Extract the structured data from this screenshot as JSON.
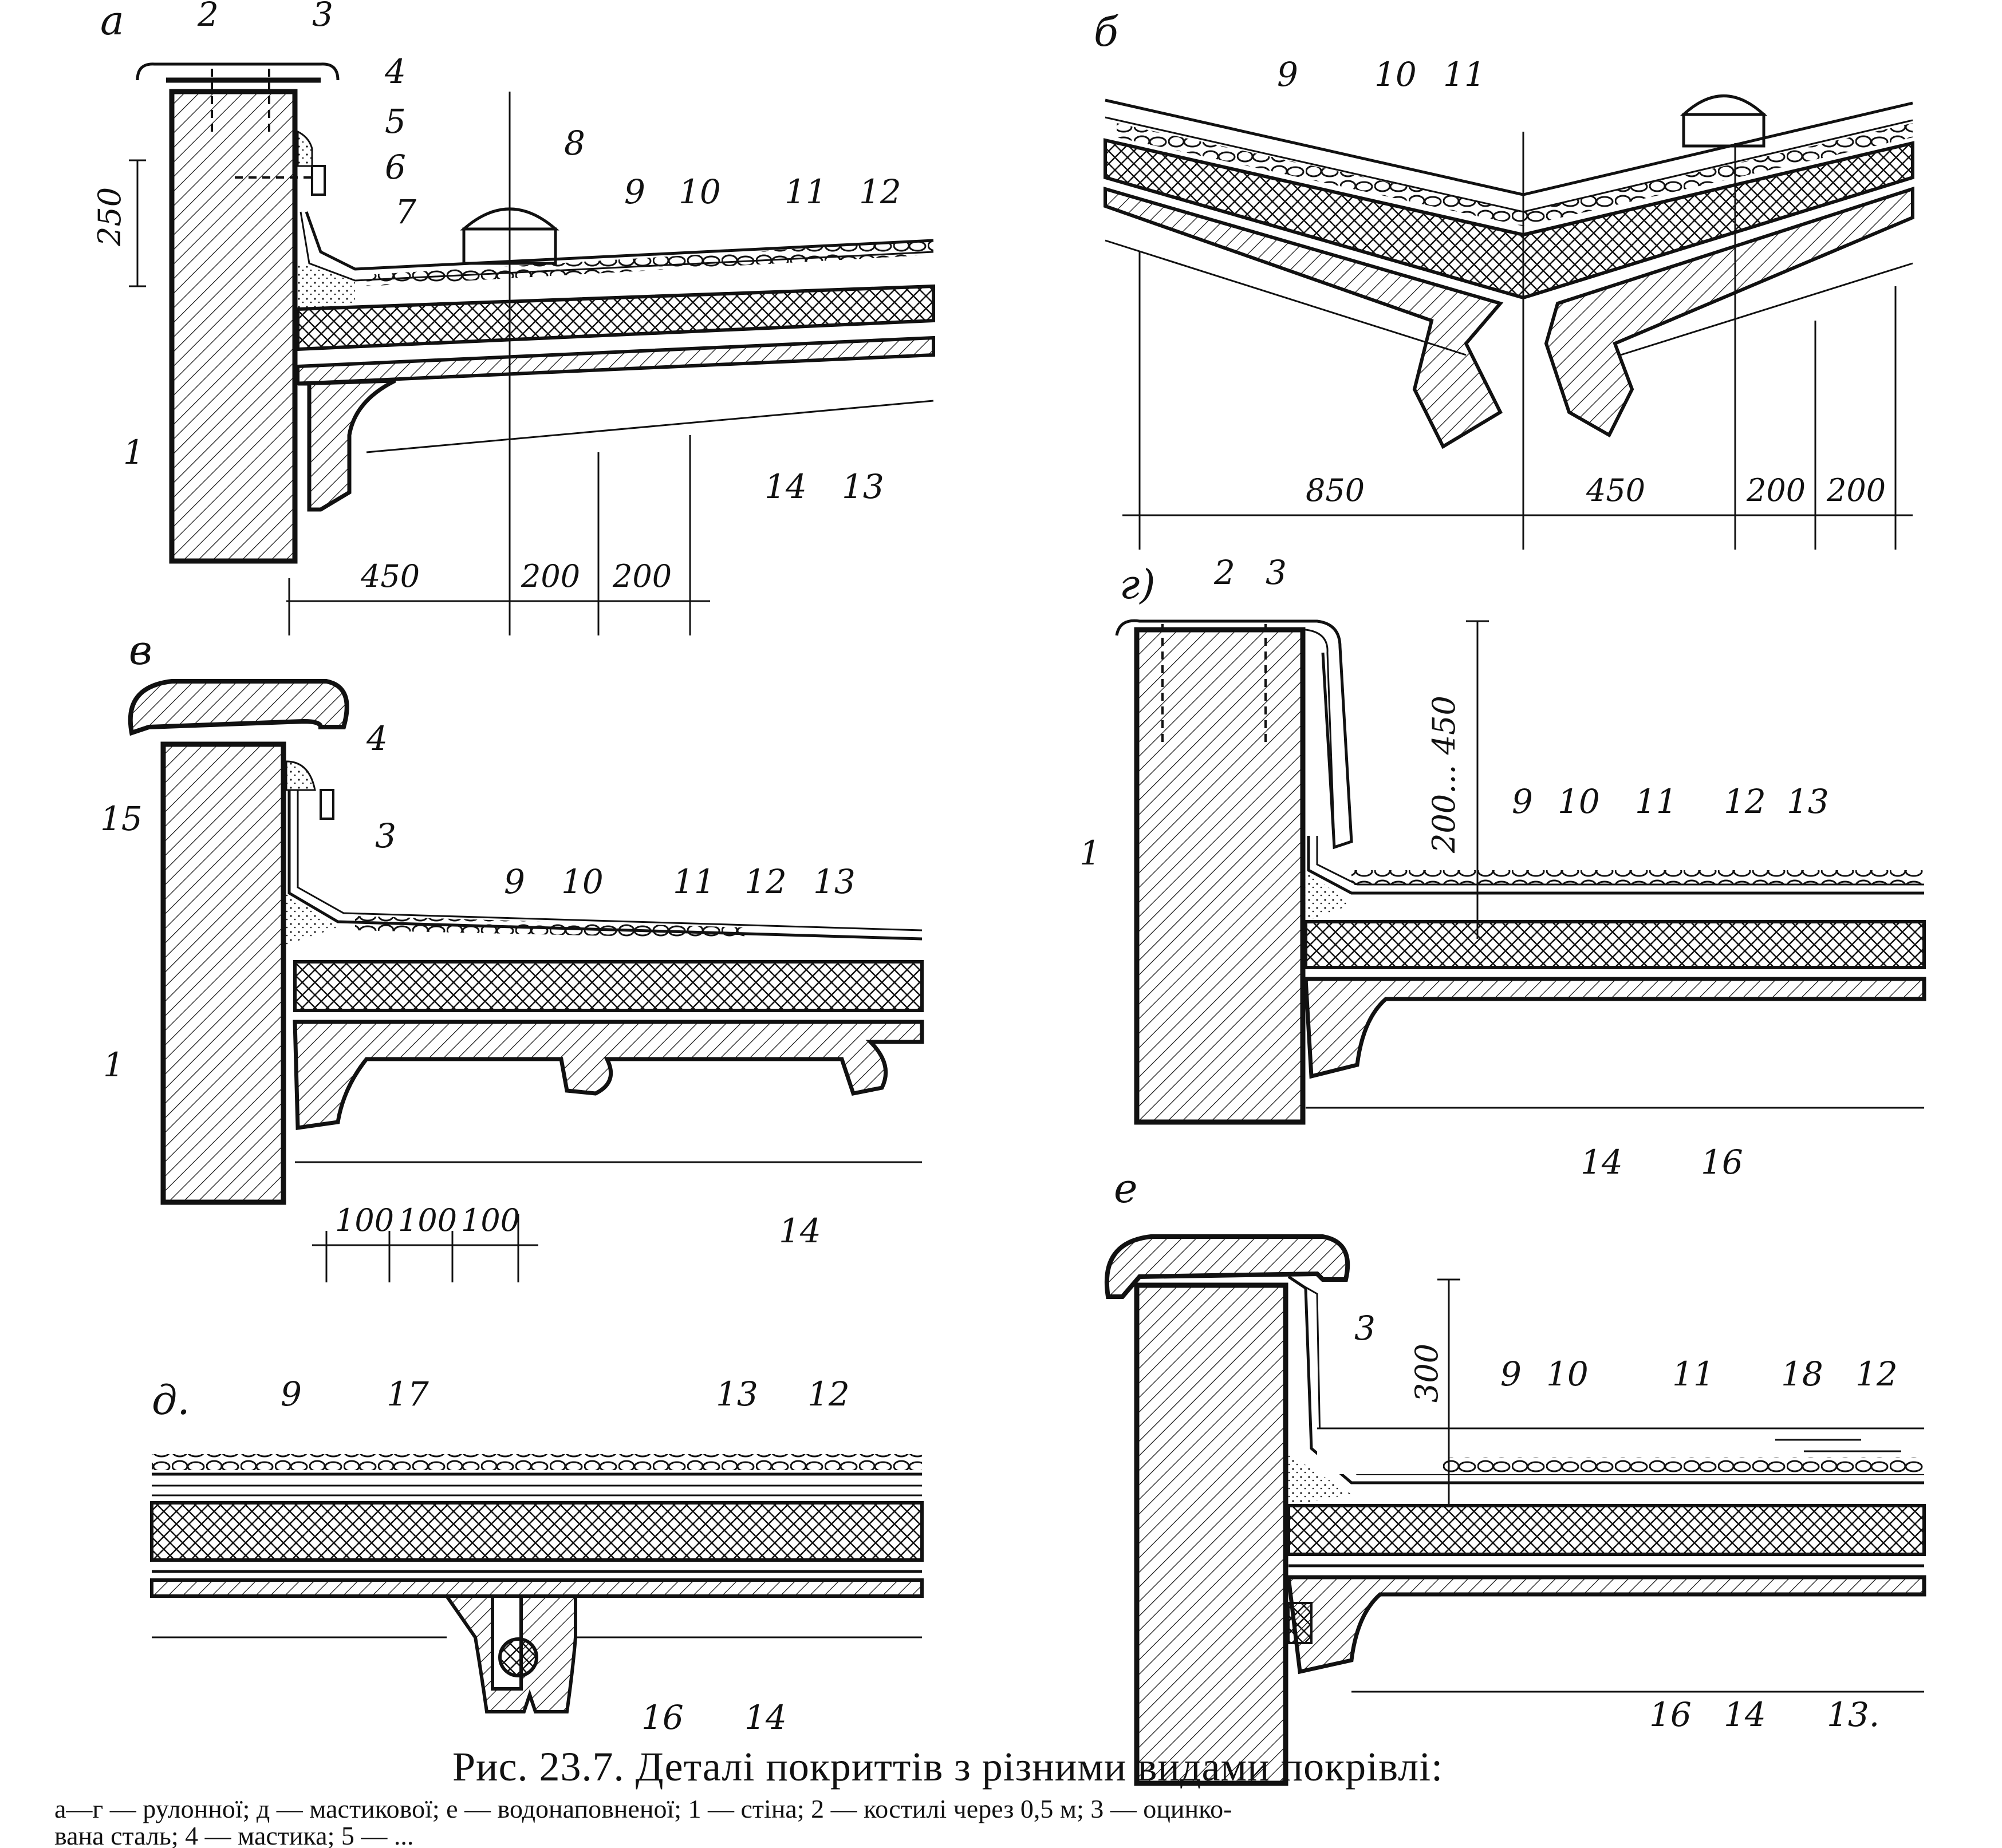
{
  "panels": {
    "a": {
      "letter": "а",
      "labels": [
        "2",
        "3",
        "4",
        "5",
        "6",
        "7",
        "8",
        "9",
        "10",
        "11",
        "12",
        "1",
        "14",
        "13"
      ],
      "dims": [
        "250",
        "450",
        "200",
        "200"
      ]
    },
    "b": {
      "letter": "б",
      "labels": [
        "9",
        "10",
        "11"
      ],
      "dims": [
        "850",
        "450",
        "200",
        "200"
      ]
    },
    "v": {
      "letter": "в",
      "labels": [
        "15",
        "4",
        "3",
        "9",
        "10",
        "11",
        "12",
        "13",
        "1",
        "14"
      ],
      "dims": [
        "100",
        "100",
        "100"
      ]
    },
    "g": {
      "letter": "г)",
      "labels": [
        "2",
        "3",
        "1",
        "9",
        "10",
        "11",
        "12",
        "13",
        "14",
        "16"
      ],
      "dims": [
        "200... 450"
      ]
    },
    "d": {
      "letter": "д.",
      "labels": [
        "9",
        "17",
        "13",
        "12",
        "16",
        "14"
      ]
    },
    "e": {
      "letter": "е",
      "labels": [
        "3",
        "9",
        "10",
        "11",
        "18",
        "12",
        "16",
        "14",
        "13."
      ],
      "dims": [
        "300"
      ]
    }
  },
  "caption": {
    "title": "Рис. 23.7. Деталі покриттів з різними видами покрівлі:",
    "line1": "а—г — рулонної;   д — мастикової;   е — водонаповненої;   1 — стіна;   2 — костилі через 0,5 м;   3 — оцинко-",
    "line2": "вана сталь;  4 — мастика;  5 — ..."
  },
  "colors": {
    "ink": "#111111",
    "paper": "#ffffff"
  }
}
